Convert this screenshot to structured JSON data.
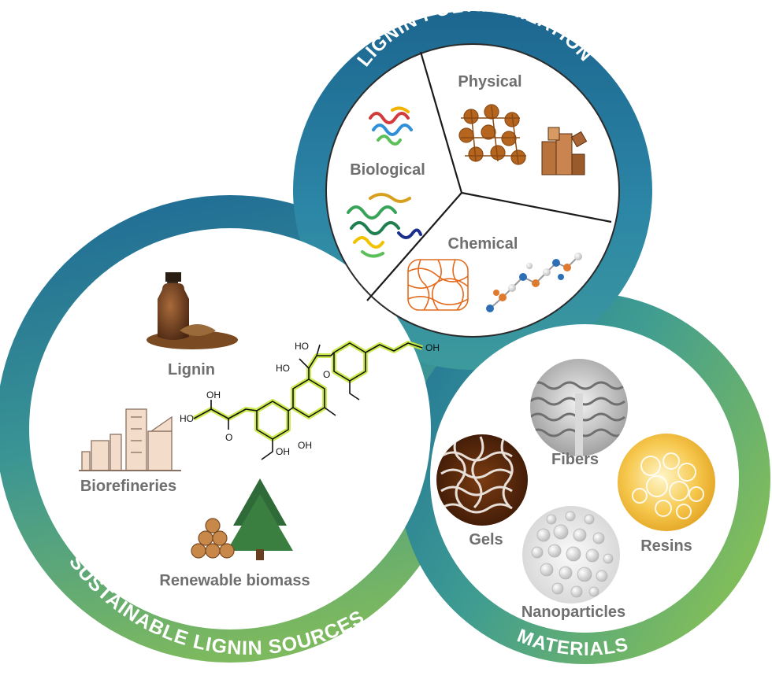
{
  "rings": {
    "top": "LIGNIN POLYMERIZATION",
    "left": "SUSTAINABLE LIGNIN SOURCES",
    "right": "MATERIALS"
  },
  "polymerization": {
    "physical": "Physical",
    "biological": "Biological",
    "chemical": "Chemical"
  },
  "sources": {
    "lignin": "Lignin",
    "biorefineries": "Biorefineries",
    "biomass": "Renewable biomass"
  },
  "materials": {
    "fibers": "Fibers",
    "gels": "Gels",
    "resins": "Resins",
    "nanoparticles": "Nanoparticles"
  },
  "structure_labels": {
    "oh": "OH",
    "ho": "HO",
    "o": "O"
  },
  "colors": {
    "ring_blue": "#1f6f98",
    "ring_green": "#7dba5b",
    "label_gray": "#6f6f6f",
    "structure_highlight": "#c6e83a"
  }
}
